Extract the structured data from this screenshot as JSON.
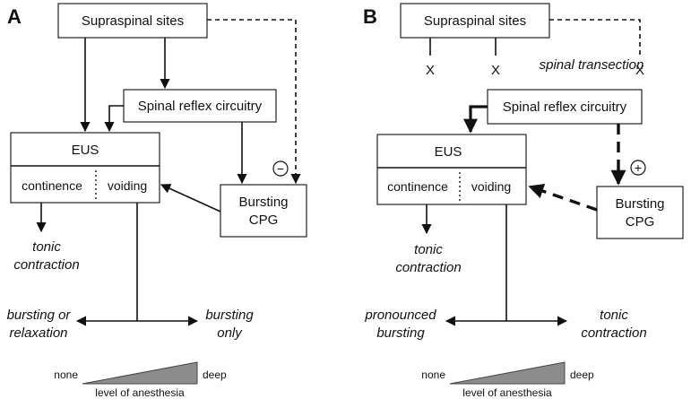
{
  "panel_a": {
    "label": "A",
    "supraspinal": "Supraspinal sites",
    "spinal_reflex": "Spinal reflex circuitry",
    "eus": "EUS",
    "continence": "continence",
    "voiding": "voiding",
    "bursting_cpg_1": "Bursting",
    "bursting_cpg_2": "CPG",
    "tonic_1": "tonic",
    "tonic_2": "contraction",
    "left_outcome_1": "bursting or",
    "left_outcome_2": "relaxation",
    "right_outcome_1": "bursting",
    "right_outcome_2": "only",
    "sign": "−",
    "scale_none": "none",
    "scale_deep": "deep",
    "scale_label": "level of anesthesia"
  },
  "panel_b": {
    "label": "B",
    "supraspinal": "Supraspinal sites",
    "transection": "spinal transection",
    "x_mark": "X",
    "spinal_reflex": "Spinal reflex circuitry",
    "eus": "EUS",
    "continence": "continence",
    "voiding": "voiding",
    "bursting_cpg_1": "Bursting",
    "bursting_cpg_2": "CPG",
    "tonic_1": "tonic",
    "tonic_2": "contraction",
    "left_outcome_1": "pronounced",
    "left_outcome_2": "bursting",
    "right_outcome_1": "tonic",
    "right_outcome_2": "contraction",
    "sign": "+",
    "scale_none": "none",
    "scale_deep": "deep",
    "scale_label": "level of anesthesia"
  },
  "colors": {
    "line": "#111111",
    "wedge_fill": "#8c8c8c",
    "box_border": "#222222"
  }
}
